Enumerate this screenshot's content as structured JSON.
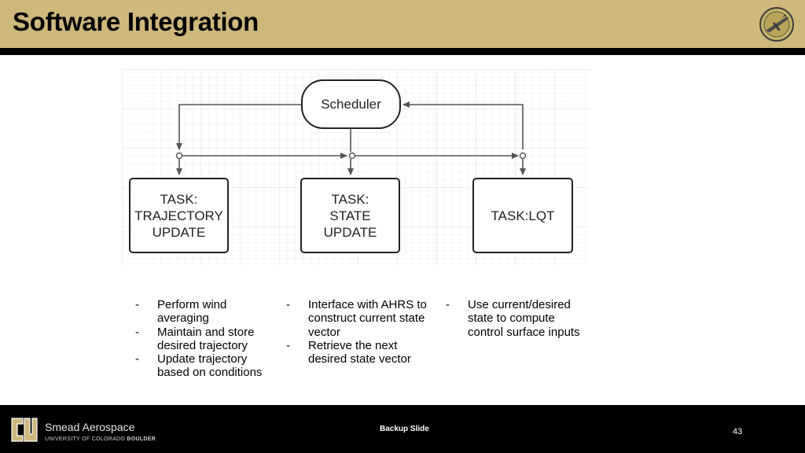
{
  "header": {
    "title": "Software Integration",
    "logo_icon": "aircraft-emblem-icon"
  },
  "diagram": {
    "scheduler": "Scheduler",
    "tasks": [
      {
        "label": "TASK:\nTRAJECTORY\nUPDATE"
      },
      {
        "label": "TASK:\nSTATE\nUPDATE"
      },
      {
        "label": "TASK:LQT"
      }
    ]
  },
  "notes": [
    {
      "items": [
        "Perform wind averaging",
        "Maintain and store desired trajectory",
        "Update trajectory based on conditions"
      ]
    },
    {
      "items": [
        "Interface with AHRS to construct current state vector",
        "Retrieve the next desired state vector"
      ]
    },
    {
      "items": [
        "Use current/desired state to compute control surface inputs"
      ]
    }
  ],
  "footer": {
    "brand_name": "Smead Aerospace",
    "brand_sub_prefix": "UNIVERSITY OF COLORADO",
    "brand_sub_strong": "BOULDER",
    "center_text": "Backup Slide",
    "page_number": "43",
    "logo_icon": "cu-logo-icon"
  },
  "colors": {
    "header_bg": "#cfb87c",
    "footer_bg": "#000000",
    "grid": "#e6e6e6"
  }
}
